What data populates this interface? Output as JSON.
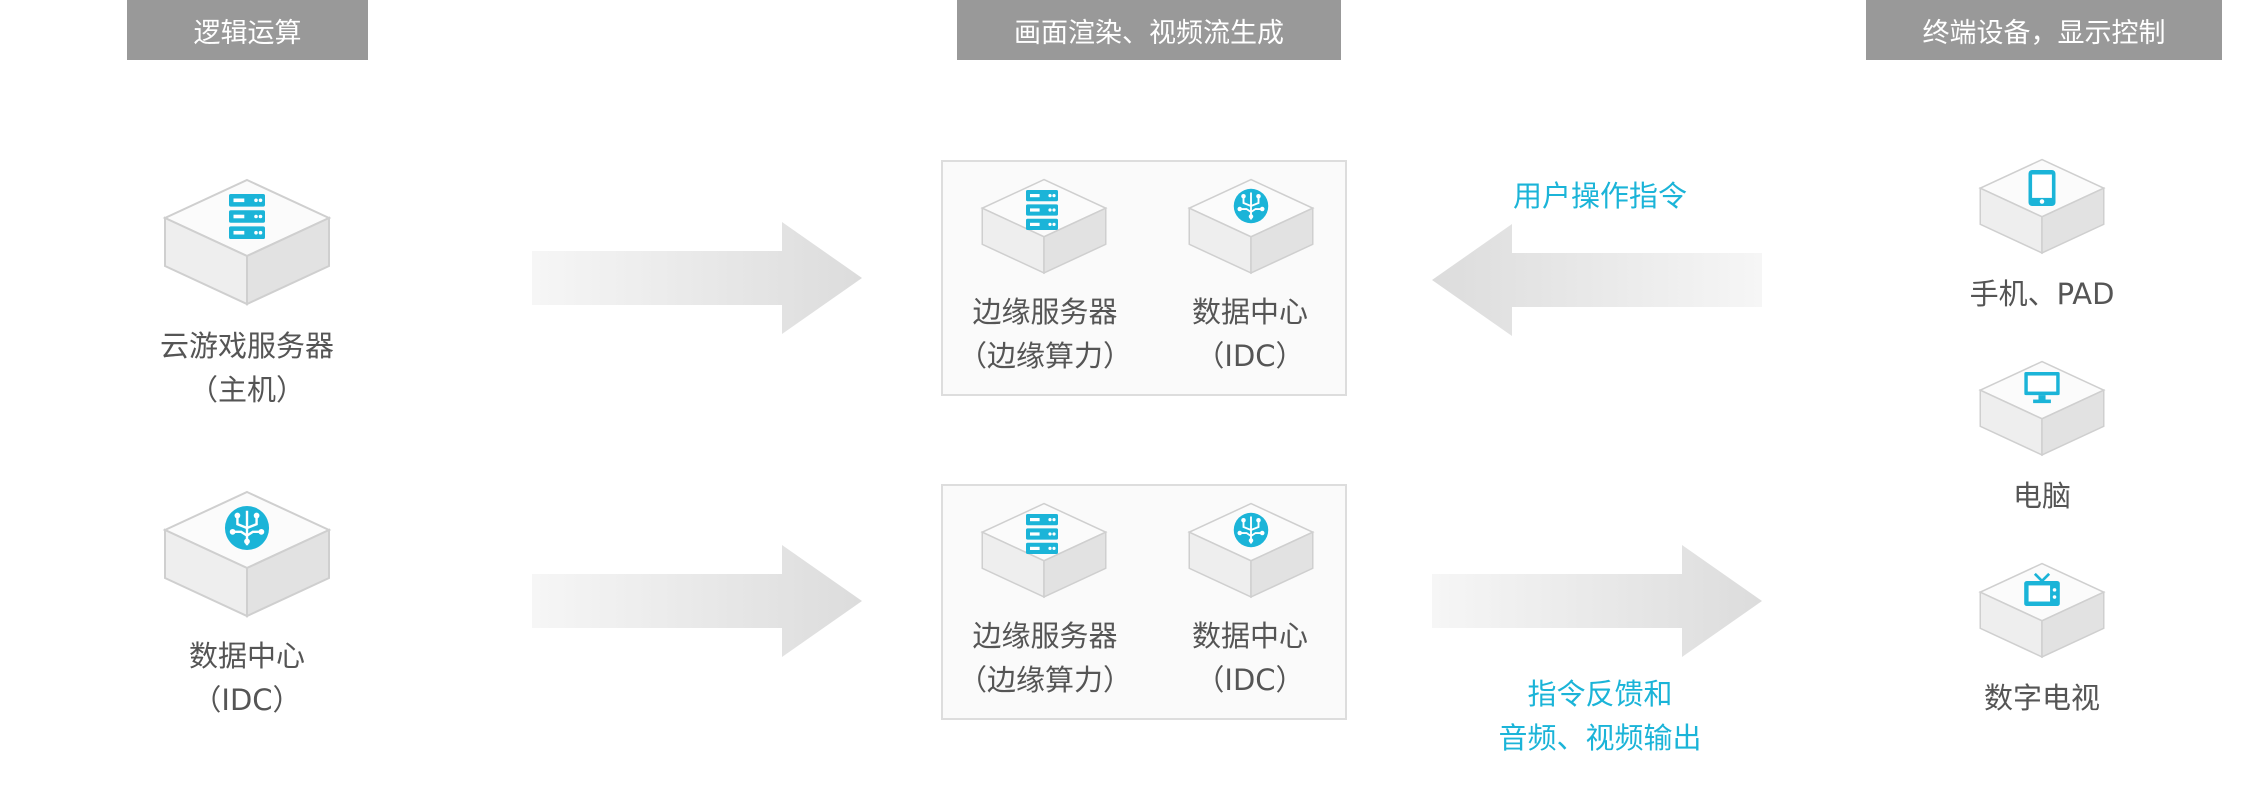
{
  "headers": {
    "logic": "逻辑运算",
    "render": "画面渲染、视频流生成",
    "terminal": "终端设备，显示控制"
  },
  "left": {
    "host_line1": "云游戏服务器",
    "host_line2": "（主机）",
    "idc_line1": "数据中心",
    "idc_line2": "（IDC）"
  },
  "middle": {
    "edge_server_line1": "边缘服务器",
    "edge_server_line2": "（边缘算力）",
    "dc_line1": "数据中心",
    "dc_line2": "（IDC）"
  },
  "flows": {
    "user_cmd": "用户操作指令",
    "feedback_line1": "指令反馈和",
    "feedback_line2": "音频、视频输出"
  },
  "terminals": {
    "phone": "手机、PAD",
    "pc": "电脑",
    "tv": "数字电视"
  },
  "colors": {
    "accent": "#1BB4D8",
    "header_bg": "#999999",
    "text": "#555555"
  }
}
